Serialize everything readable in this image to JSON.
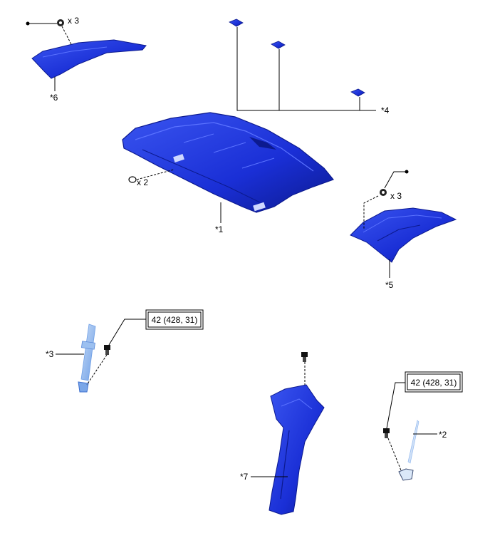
{
  "callouts": {
    "c1": "*1",
    "c2": "*2",
    "c3": "*3",
    "c4": "*4",
    "c5": "*5",
    "c6": "*6",
    "c7": "*7"
  },
  "quantities": {
    "clips_part6": "x 3",
    "clips_part5": "x 3",
    "clips_part1": "x 2"
  },
  "torque_specs": {
    "left": "42 (428, 31)",
    "right": "42 (428, 31)"
  },
  "colors": {
    "part_blue": "#1a2fd6",
    "part_blue_dark": "#0c1a8f",
    "part_blue_light": "#3a55f0",
    "belt_light_blue": "#8ab4ee"
  }
}
